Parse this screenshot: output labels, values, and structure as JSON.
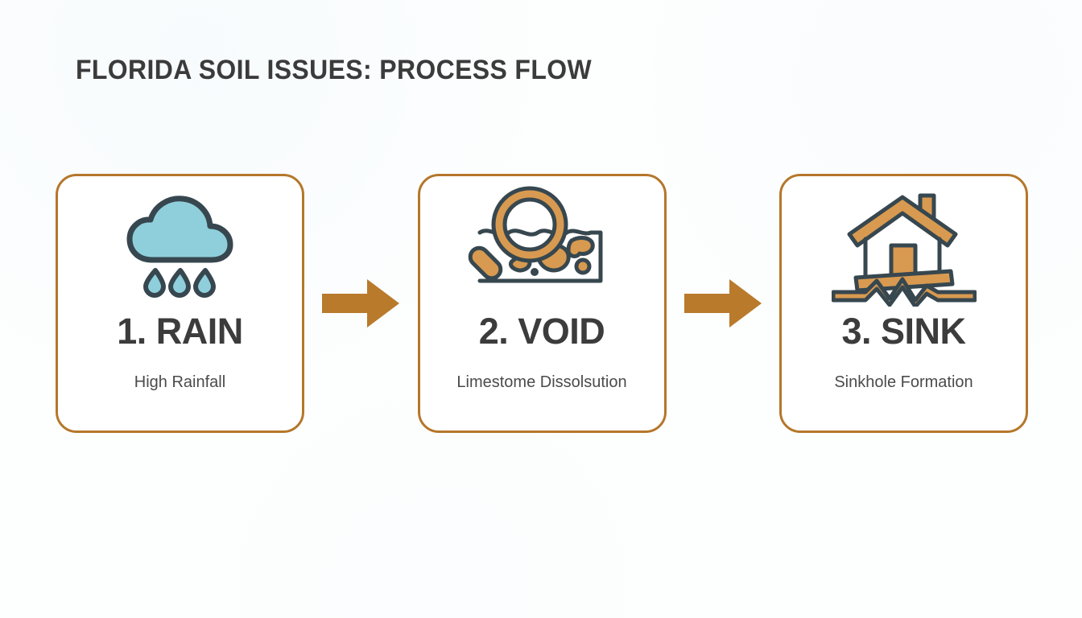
{
  "slide": {
    "title": "FLORIDA SOIL ISSUES: PROCESS FLOW",
    "background_color": "#fdfefe"
  },
  "theme": {
    "accent_orange": "#b5772b",
    "arrow_orange": "#b97a2c",
    "icon_orange": "#d89a50",
    "icon_outline": "#37474f",
    "cloud_blue": "#8ecfdb",
    "title_color": "#3b3b3b",
    "step_color": "#3c3c3c",
    "caption_color": "#4b4b4b"
  },
  "flow": {
    "steps": [
      {
        "id": "rain",
        "step_label": "1. RAIN",
        "caption": "High Rainfall",
        "icon_name": "rain-cloud-icon"
      },
      {
        "id": "void",
        "step_label": "2. VOID",
        "caption": "Limestome Dissolsution",
        "icon_name": "magnifier-soil-void-icon"
      },
      {
        "id": "sink",
        "step_label": "3. SINK",
        "caption": "Sinkhole Formation",
        "icon_name": "sinking-house-icon"
      }
    ],
    "connectors": [
      {
        "id": "connector-1",
        "icon_name": "arrow-right-icon"
      },
      {
        "id": "connector-2",
        "icon_name": "arrow-right-icon"
      }
    ]
  }
}
